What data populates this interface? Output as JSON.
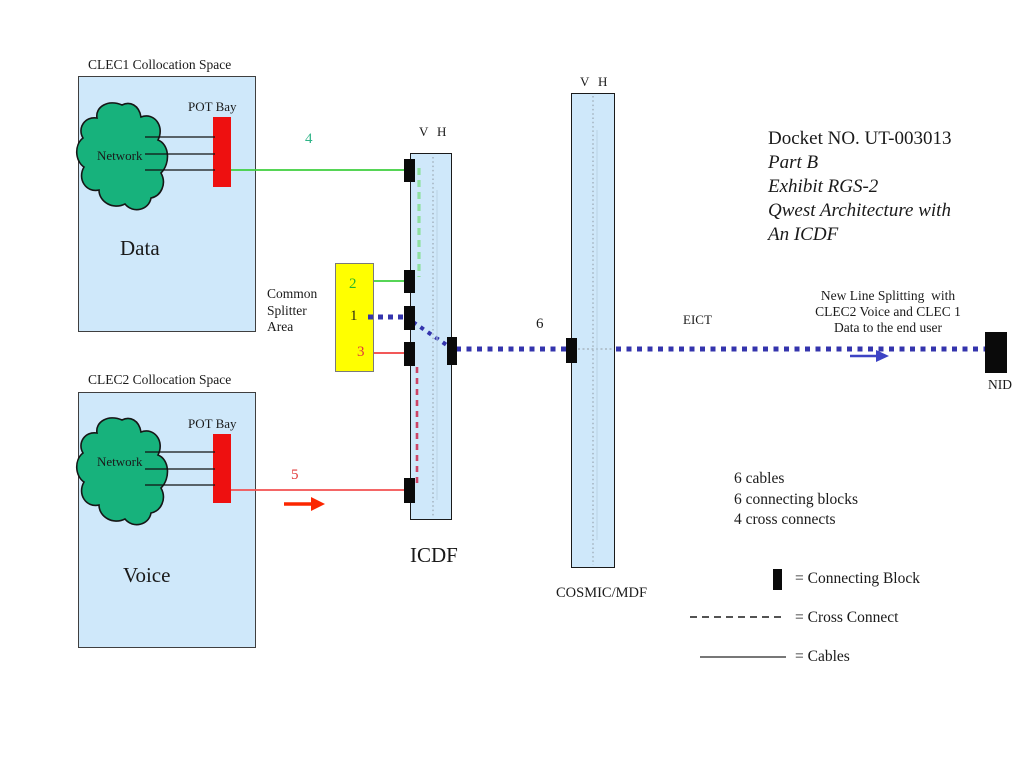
{
  "clec1": {
    "title": "CLEC1 Collocation Space",
    "pot_bay": "POT Bay",
    "network": "Network",
    "service": "Data"
  },
  "clec2": {
    "title": "CLEC2 Collocation Space",
    "pot_bay": "POT Bay",
    "network": "Network",
    "service": "Voice"
  },
  "splitter": {
    "label": "Common Splitter Area",
    "ports": [
      "2",
      "1",
      "3"
    ]
  },
  "icdf": {
    "v": "V",
    "h": "H",
    "label": "ICDF"
  },
  "cosmic": {
    "v": "V",
    "h": "H",
    "label": "COSMIC/MDF"
  },
  "cable_labels": {
    "cable4": "4",
    "cable5": "5",
    "cable6": "6",
    "eict": "EICT"
  },
  "nid": {
    "label": "NID"
  },
  "docket": {
    "line1": "Docket NO. UT-003013",
    "line2": "Part B",
    "line3": "Exhibit RGS-2",
    "line4": "Qwest Architecture with",
    "line5": "An ICDF"
  },
  "note": {
    "line1": "New Line Splitting  with",
    "line2": "CLEC2 Voice and CLEC 1",
    "line3": "Data to the end user"
  },
  "summary": {
    "line1": "6 cables",
    "line2": "6 connecting blocks",
    "line3": "4 cross connects"
  },
  "legend": {
    "connecting_block": "= Connecting Block",
    "cross_connect": "= Cross Connect",
    "cables": "= Cables"
  },
  "colors": {
    "box_fill": "#cfe8fa",
    "cloud_green": "#17b27c",
    "pot_bay_red": "#ee1010",
    "splitter_yellow": "#ffff00",
    "cable_green": "#3ecf3e",
    "cable_red": "#f35050",
    "cross_connect_blue": "#3434ad",
    "label_teal": "#2eb487",
    "label_red": "#e23b3b",
    "inner_green_dash": "#8fe0a0",
    "inner_red_dash": "#cc4466"
  }
}
